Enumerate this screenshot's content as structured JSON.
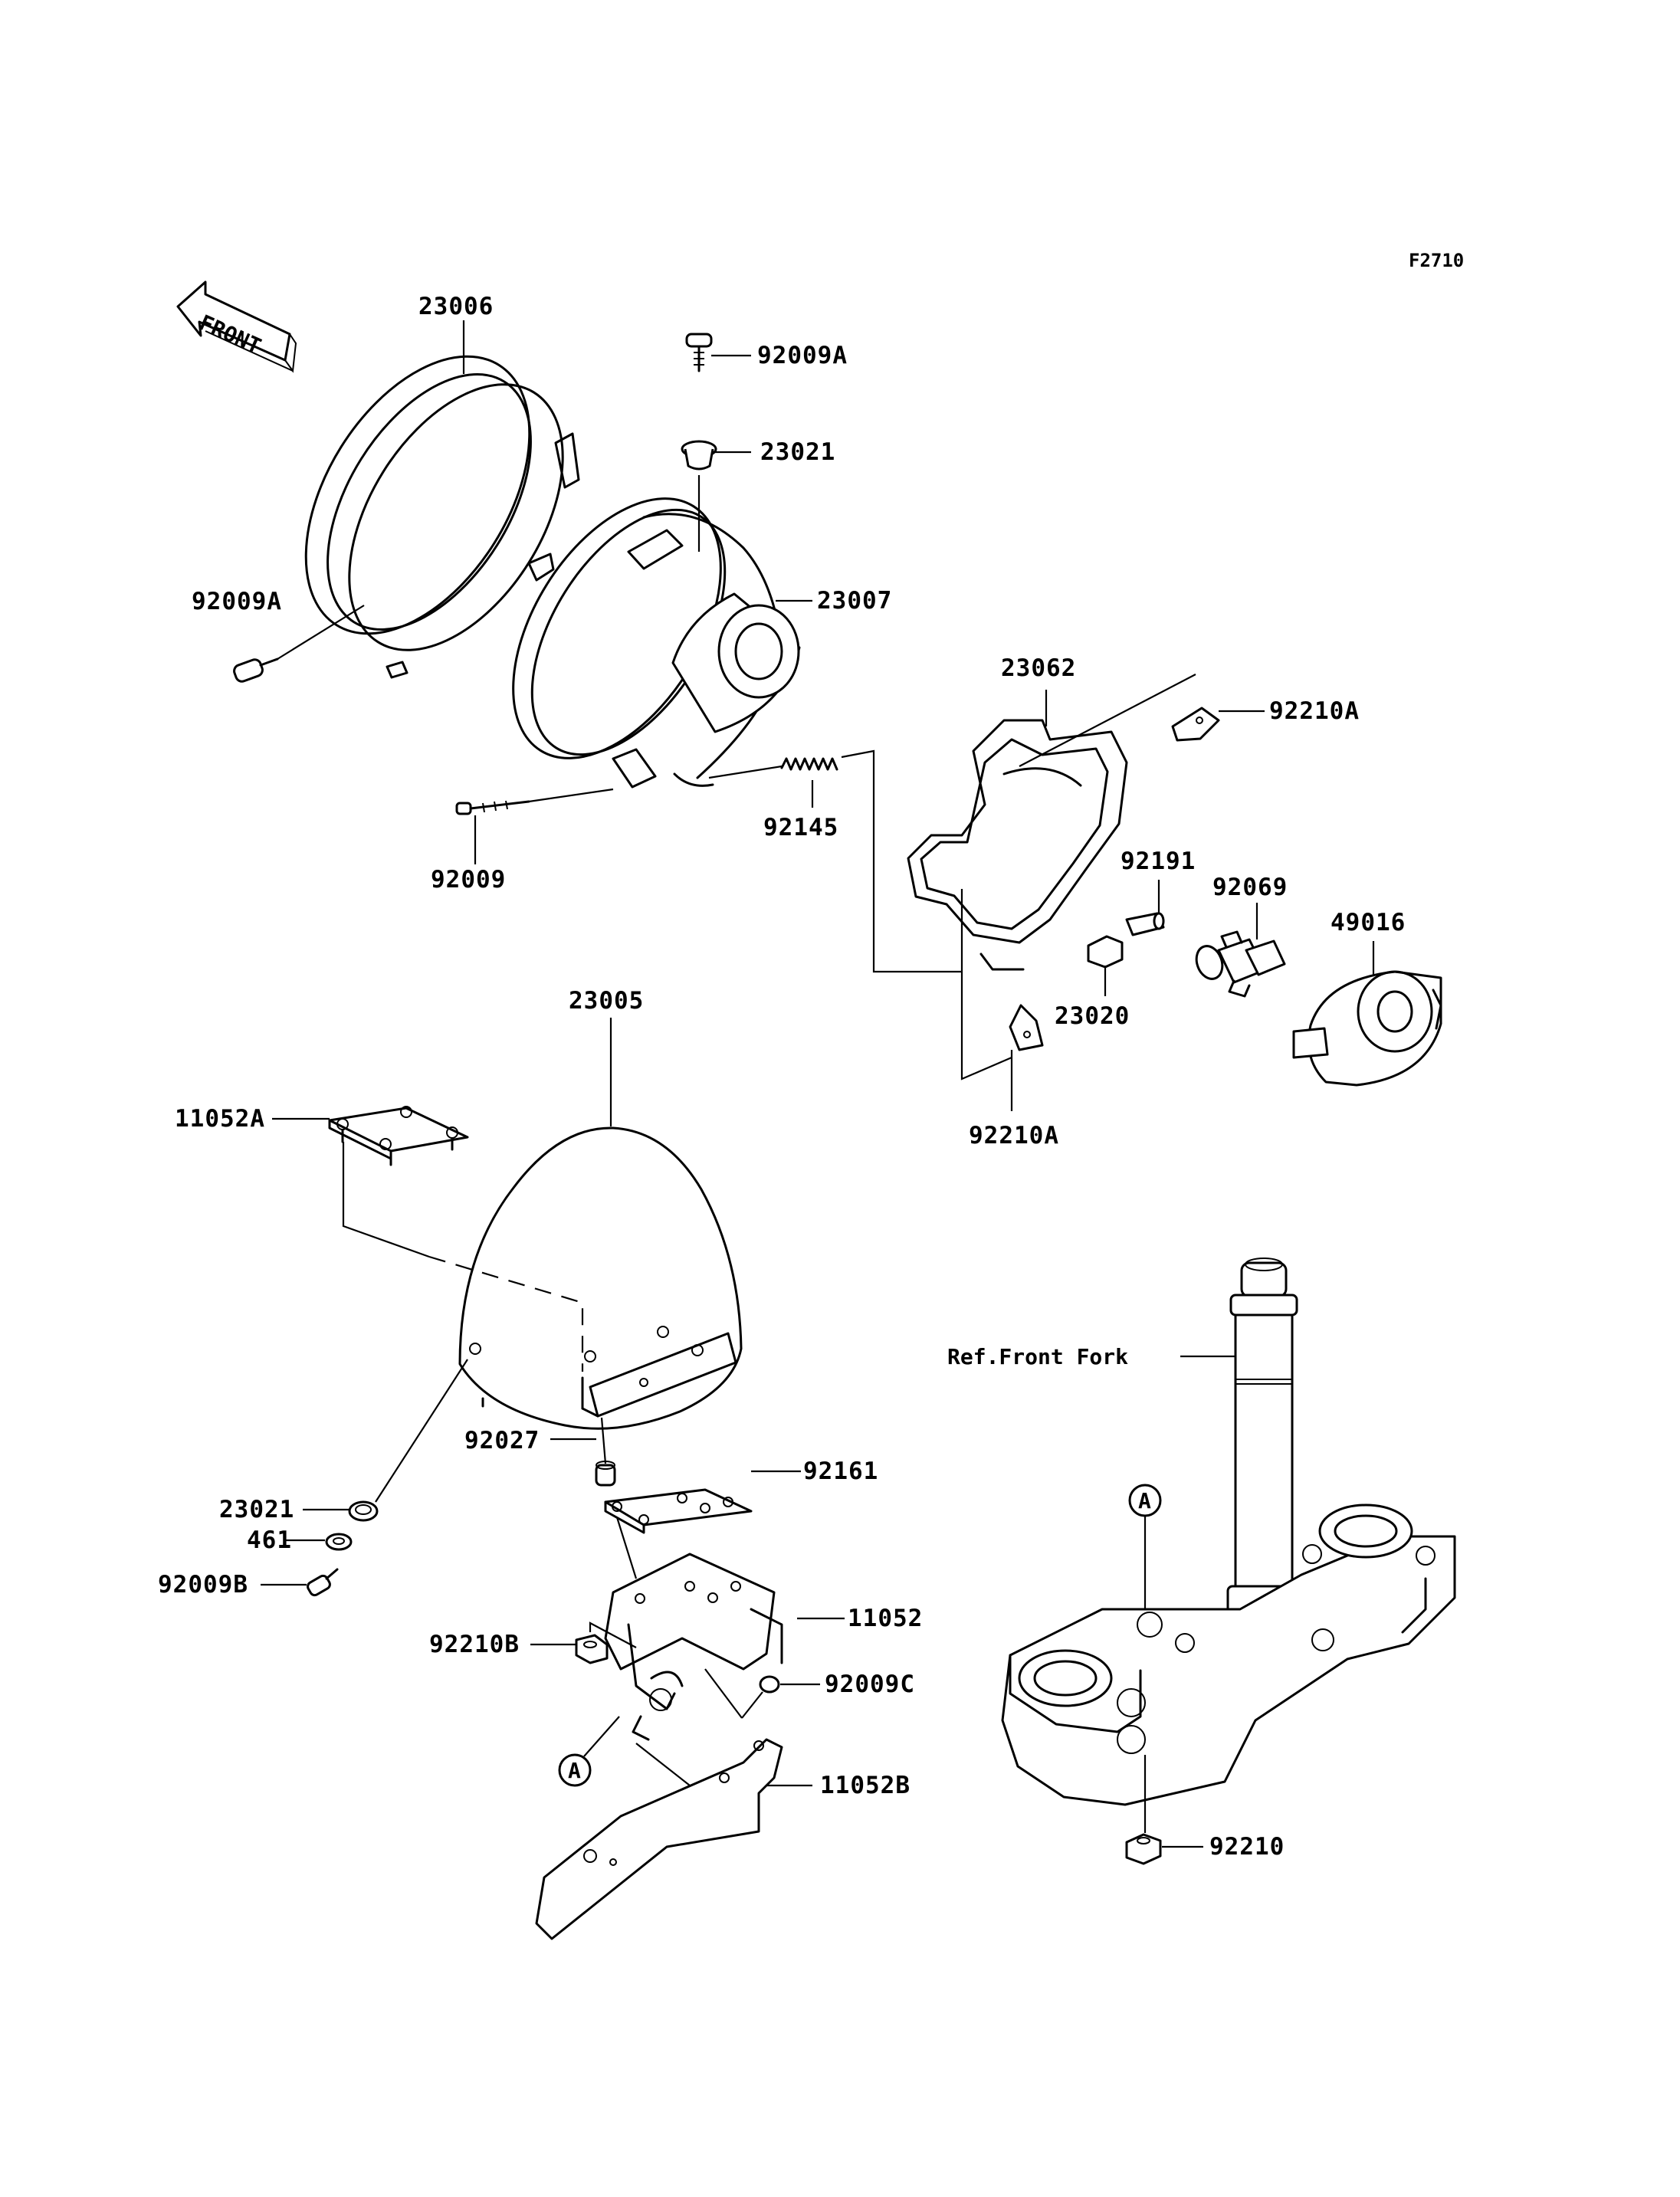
{
  "figure_id": "F2710",
  "front_label": "FRONT",
  "ref_marker": "A",
  "ref_front_fork": "Ref.Front Fork",
  "parts": {
    "p23006": "23006",
    "p92009A_left": "92009A",
    "p92009A_top": "92009A",
    "p23021_top": "23021",
    "p23007": "23007",
    "p23062": "23062",
    "p92210A_top": "92210A",
    "p92009": "92009",
    "p92145": "92145",
    "p92191": "92191",
    "p92069": "92069",
    "p49016": "49016",
    "p23020": "23020",
    "p92210A_bottom": "92210A",
    "p23005": "23005",
    "p11052A": "11052A",
    "p92027": "92027",
    "p92161": "92161",
    "p23021_bottom": "23021",
    "p461": "461",
    "p92009B": "92009B",
    "p11052": "11052",
    "p92210B": "92210B",
    "p92009C": "92009C",
    "p11052B": "11052B",
    "p92210": "92210"
  }
}
